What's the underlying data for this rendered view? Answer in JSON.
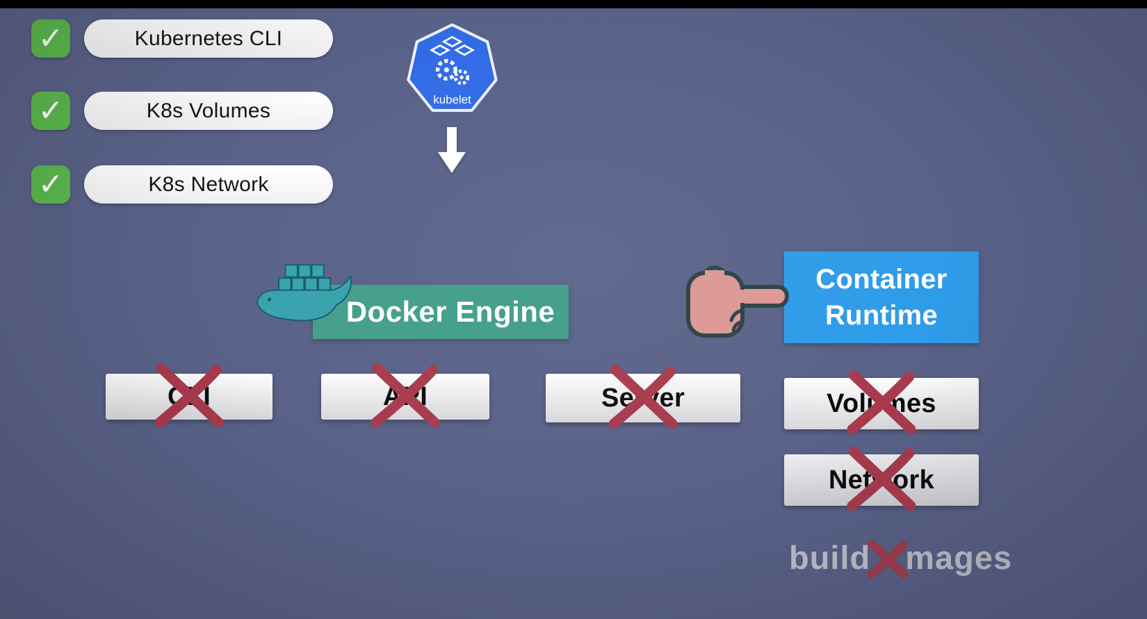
{
  "colors": {
    "background": "#5a6289",
    "check_green": "#5cb84e",
    "k8s_blue": "#326ce5",
    "engine_teal": "#47a08d",
    "runtime_blue": "#2e9ce9",
    "cross_red": "#a83b4d",
    "watermark_gray": "#c9c9d2",
    "hand_pink": "#dd9a97",
    "whale_teal": "#3aa3ae"
  },
  "icons": {
    "check_glyph": "✓"
  },
  "checklist": [
    {
      "label": "Kubernetes CLI"
    },
    {
      "label": "K8s Volumes"
    },
    {
      "label": "K8s Network"
    }
  ],
  "kubelet": {
    "label": "kubelet"
  },
  "docker": {
    "engine_label": "Docker Engine"
  },
  "container_runtime": {
    "label": "Container Runtime"
  },
  "deprecated": {
    "row": [
      "CLI",
      "API",
      "Server"
    ],
    "stack": [
      "Volumes",
      "Network"
    ]
  },
  "watermark": {
    "left": "build",
    "right": "mages"
  }
}
